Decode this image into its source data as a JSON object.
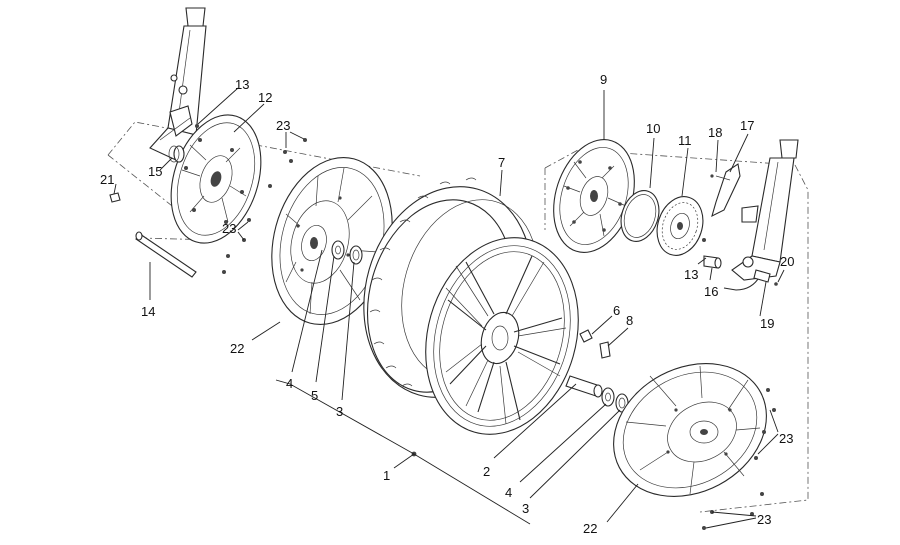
{
  "callouts": {
    "c1": "1",
    "c2": "2",
    "c3a": "3",
    "c3b": "3",
    "c4a": "4",
    "c4b": "4",
    "c5": "5",
    "c6": "6",
    "c7": "7",
    "c8": "8",
    "c9": "9",
    "c10": "10",
    "c11": "11",
    "c12": "12",
    "c13a": "13",
    "c13b": "13",
    "c14": "14",
    "c15": "15",
    "c16": "16",
    "c17": "17",
    "c18": "18",
    "c19": "19",
    "c20": "20",
    "c21": "21",
    "c22a": "22",
    "c22b": "22",
    "c23a": "23",
    "c23b": "23",
    "c23c": "23",
    "c23d": "23"
  }
}
